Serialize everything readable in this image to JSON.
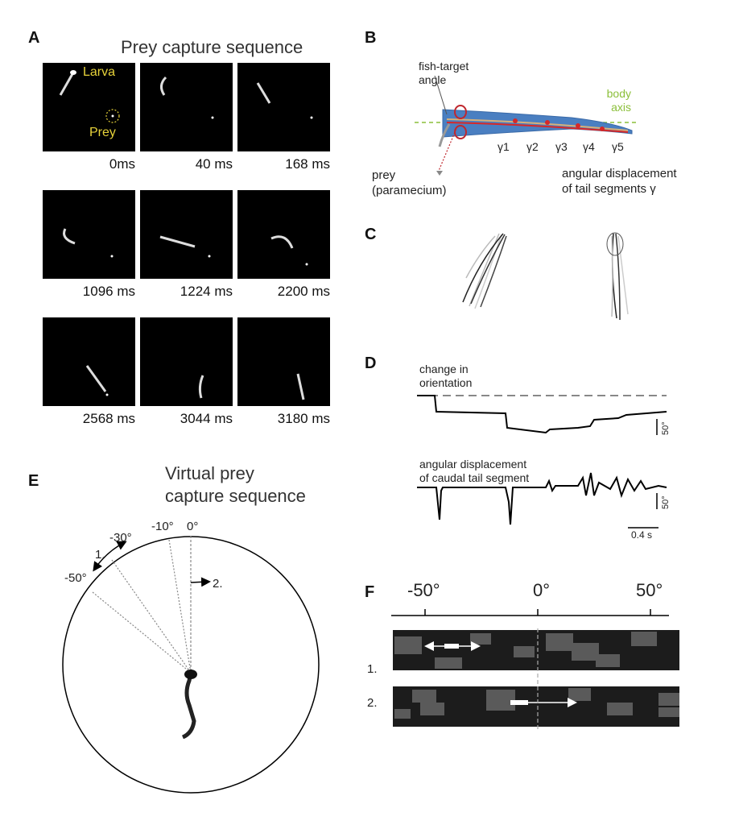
{
  "panelA": {
    "letter": "A",
    "title": "Prey capture sequence",
    "label_larva": "Larva",
    "label_prey": "Prey",
    "frames": [
      {
        "time": "0ms"
      },
      {
        "time": "40 ms"
      },
      {
        "time": "168 ms"
      },
      {
        "time": "1096 ms"
      },
      {
        "time": "1224 ms"
      },
      {
        "time": "2200 ms"
      },
      {
        "time": "2568 ms"
      },
      {
        "time": "3044 ms"
      },
      {
        "time": "3180 ms"
      }
    ]
  },
  "panelB": {
    "letter": "B",
    "fish_target_angle": [
      "fish-target",
      "angle"
    ],
    "body_axis": [
      "body",
      "axis"
    ],
    "prey": [
      "prey",
      "(paramecium)"
    ],
    "angular": [
      "angular displacement",
      "of tail segments γ"
    ],
    "gammas": [
      "γ1",
      "γ2",
      "γ3",
      "γ4",
      "γ5"
    ]
  },
  "panelC": {
    "letter": "C"
  },
  "panelD": {
    "letter": "D",
    "orientation_label": [
      "change in",
      "orientation"
    ],
    "caudal_label": [
      "angular displacement",
      "of caudal tail segment"
    ],
    "scale_deg1": "50°",
    "scale_deg2": "50°",
    "scale_time": "0.4 s"
  },
  "panelE": {
    "letter": "E",
    "title": [
      "Virtual prey",
      "capture sequence"
    ],
    "angles": [
      "-50°",
      "-30°",
      "-10°",
      "0°"
    ],
    "marker1": "1.",
    "marker2": "2."
  },
  "panelF": {
    "letter": "F",
    "ticks": [
      "-50°",
      "0°",
      "50°"
    ],
    "rows": [
      "1.",
      "2."
    ]
  }
}
